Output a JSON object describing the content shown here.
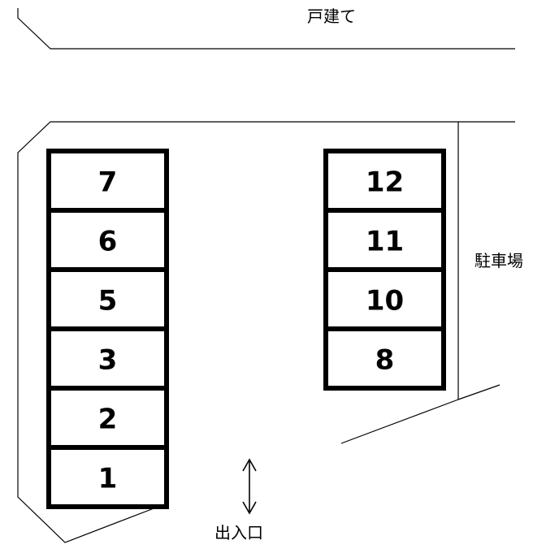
{
  "labels": {
    "house": "戸建て",
    "parking": "駐車場",
    "entrance": "出入口"
  },
  "left_column": [
    "7",
    "6",
    "5",
    "3",
    "2",
    "1"
  ],
  "right_column": [
    "12",
    "11",
    "10",
    "8"
  ],
  "colors": {
    "line": "#000000",
    "background": "#ffffff"
  }
}
